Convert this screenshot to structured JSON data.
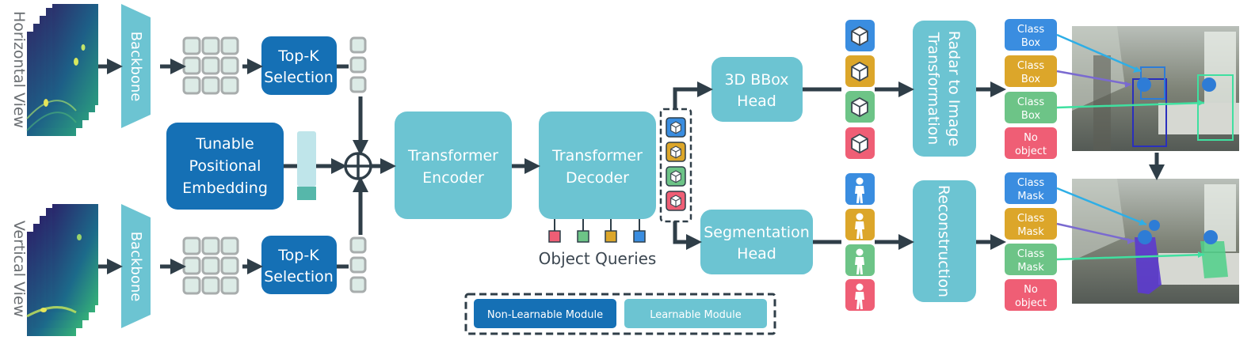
{
  "views": {
    "horizontal": "Horizontal View",
    "vertical": "Vertical View"
  },
  "backbone": {
    "label": "Backbone"
  },
  "topk": {
    "line1": "Top-K",
    "line2": "Selection"
  },
  "pos_embedding": {
    "line1": "Tunable",
    "line2": "Positional",
    "line3": "Embedding"
  },
  "encoder": {
    "line1": "Transformer",
    "line2": "Encoder"
  },
  "decoder": {
    "line1": "Transformer",
    "line2": "Decoder"
  },
  "object_queries": {
    "label": "Object Queries"
  },
  "bbox_head": {
    "line1": "3D BBox",
    "line2": "Head"
  },
  "seg_head": {
    "line1": "Segmentation",
    "line2": "Head"
  },
  "radar_to_image": {
    "line1": "Radar to Image",
    "line2": "Transformation"
  },
  "reconstruction": {
    "label": "Reconstruction"
  },
  "box_outputs": [
    {
      "line1": "Class",
      "line2": "Box"
    },
    {
      "line1": "Class",
      "line2": "Box"
    },
    {
      "line1": "Class",
      "line2": "Box"
    },
    {
      "line1": "No",
      "line2": "object"
    }
  ],
  "mask_outputs": [
    {
      "line1": "Class",
      "line2": "Mask"
    },
    {
      "line1": "Class",
      "line2": "Mask"
    },
    {
      "line1": "Class",
      "line2": "Mask"
    },
    {
      "line1": "No",
      "line2": "object"
    }
  ],
  "legend": {
    "non_learnable": "Non-Learnable Module",
    "learnable": "Learnable Module"
  },
  "colors": {
    "learnable": "#6cc4d2",
    "non_learnable": "#1570b5",
    "arrow": "#2f3e48",
    "query_red": "#ef5e75",
    "query_green": "#6dc487",
    "query_yellow": "#dca62a",
    "query_blue": "#3a8de0"
  }
}
